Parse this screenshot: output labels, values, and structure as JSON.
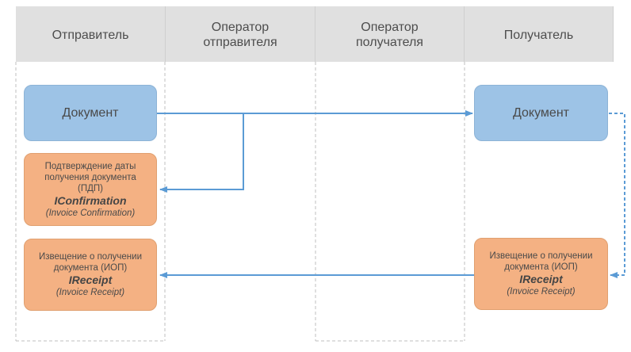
{
  "lanes": [
    {
      "label": "Отправитель"
    },
    {
      "label": "Оператор\nотправителя"
    },
    {
      "label": "Оператор\nполучателя"
    },
    {
      "label": "Получатель"
    }
  ],
  "boxes": {
    "sender_document": {
      "label": "Документ"
    },
    "receiver_document": {
      "label": "Документ"
    },
    "confirmation": {
      "lines": [
        "Подтверждение даты",
        "получения документа",
        "(ПДП)"
      ],
      "code": "IConfirmation",
      "sub": "(Invoice Confirmation)"
    },
    "receipt_sender": {
      "lines": [
        "Извещение о получении",
        "документа (ИОП)"
      ],
      "code": "IReceipt",
      "sub": "(Invoice Receipt)"
    },
    "receipt_receiver": {
      "lines": [
        "Извещение о получении",
        "документа (ИОП)"
      ],
      "code": "IReceipt",
      "sub": "(Invoice Receipt)"
    }
  },
  "colors": {
    "lane_header": "#e0e0e0",
    "document_box": "#9dc3e6",
    "notice_box": "#f4b183",
    "arrow": "#5b9bd5",
    "lane_border": "#bfbfbf"
  }
}
